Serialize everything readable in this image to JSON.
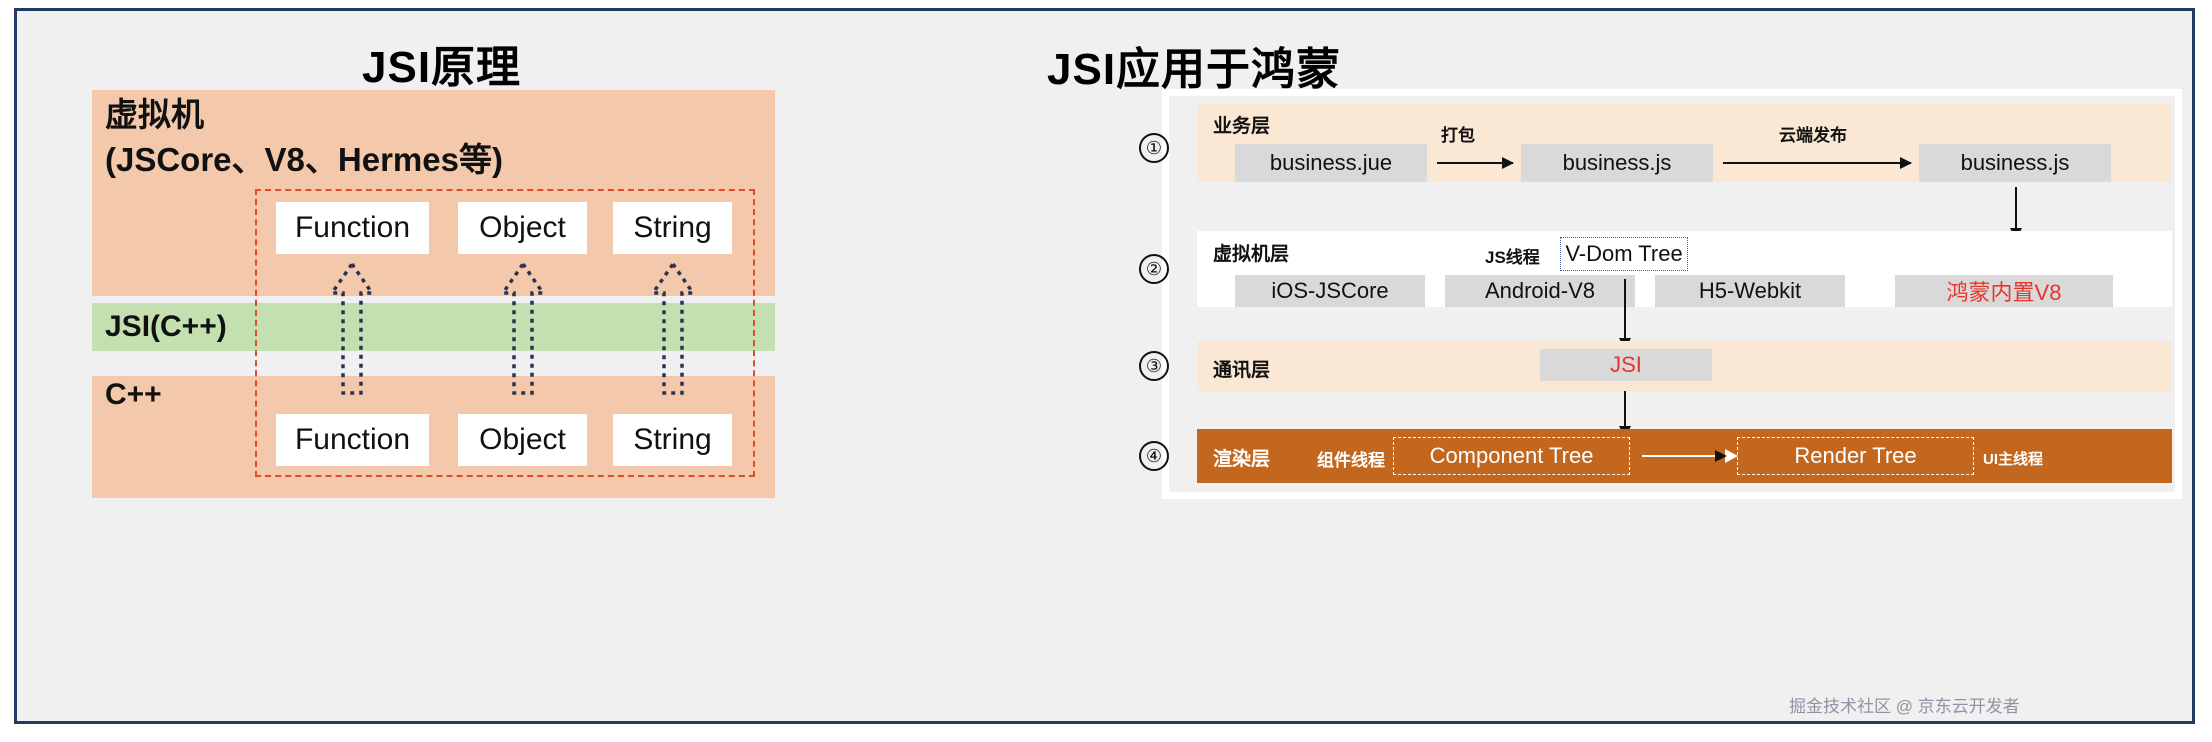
{
  "left_panel": {
    "title": "JSI原理",
    "bands": [
      {
        "name": "vm",
        "label": "虚拟机\n(JSCore、V8、Hermes等)",
        "color": "#f4c9ab"
      },
      {
        "name": "jsi",
        "label": "JSI(C++)",
        "color": "#c5e0b0"
      },
      {
        "name": "cpp",
        "label": "C++",
        "color": "#f4c9ab"
      }
    ],
    "top_boxes": [
      "Function",
      "Object",
      "String"
    ],
    "bottom_boxes": [
      "Function",
      "Object",
      "String"
    ],
    "dashed_group_color": "#e04b2a",
    "arrow_color": "#2b3350",
    "arrow_count": 3
  },
  "right_panel": {
    "title": "JSI应用于鸿蒙",
    "rows": [
      {
        "number": "①",
        "title": "业务层",
        "bg": "#fae7d4",
        "nodes": [
          "business.jue",
          "business.js",
          "business.js"
        ],
        "edge_labels": [
          "打包",
          "云端发布"
        ]
      },
      {
        "number": "②",
        "title": "虚拟机层",
        "bg": "#ffffff",
        "thread_label": "JS线程",
        "vdom": "V-Dom Tree",
        "engines": [
          {
            "label": "iOS-JSCore",
            "highlight": false
          },
          {
            "label": "Android-V8",
            "highlight": false
          },
          {
            "label": "H5-Webkit",
            "highlight": false
          },
          {
            "label": "鸿蒙内置V8",
            "highlight": true
          }
        ]
      },
      {
        "number": "③",
        "title": "通讯层",
        "bg": "#fae7d4",
        "node": "JSI",
        "node_highlight": true
      },
      {
        "number": "④",
        "title": "渲染层",
        "bg": "#c4671e",
        "thread_left": "组件线程",
        "thread_right": "UI主线程",
        "nodes": [
          "Component Tree",
          "Render Tree"
        ]
      }
    ],
    "accent_red": "#e8352a",
    "render_band_color": "#c4671e"
  },
  "watermark": "掘金技术社区 @ 京东云开发者"
}
